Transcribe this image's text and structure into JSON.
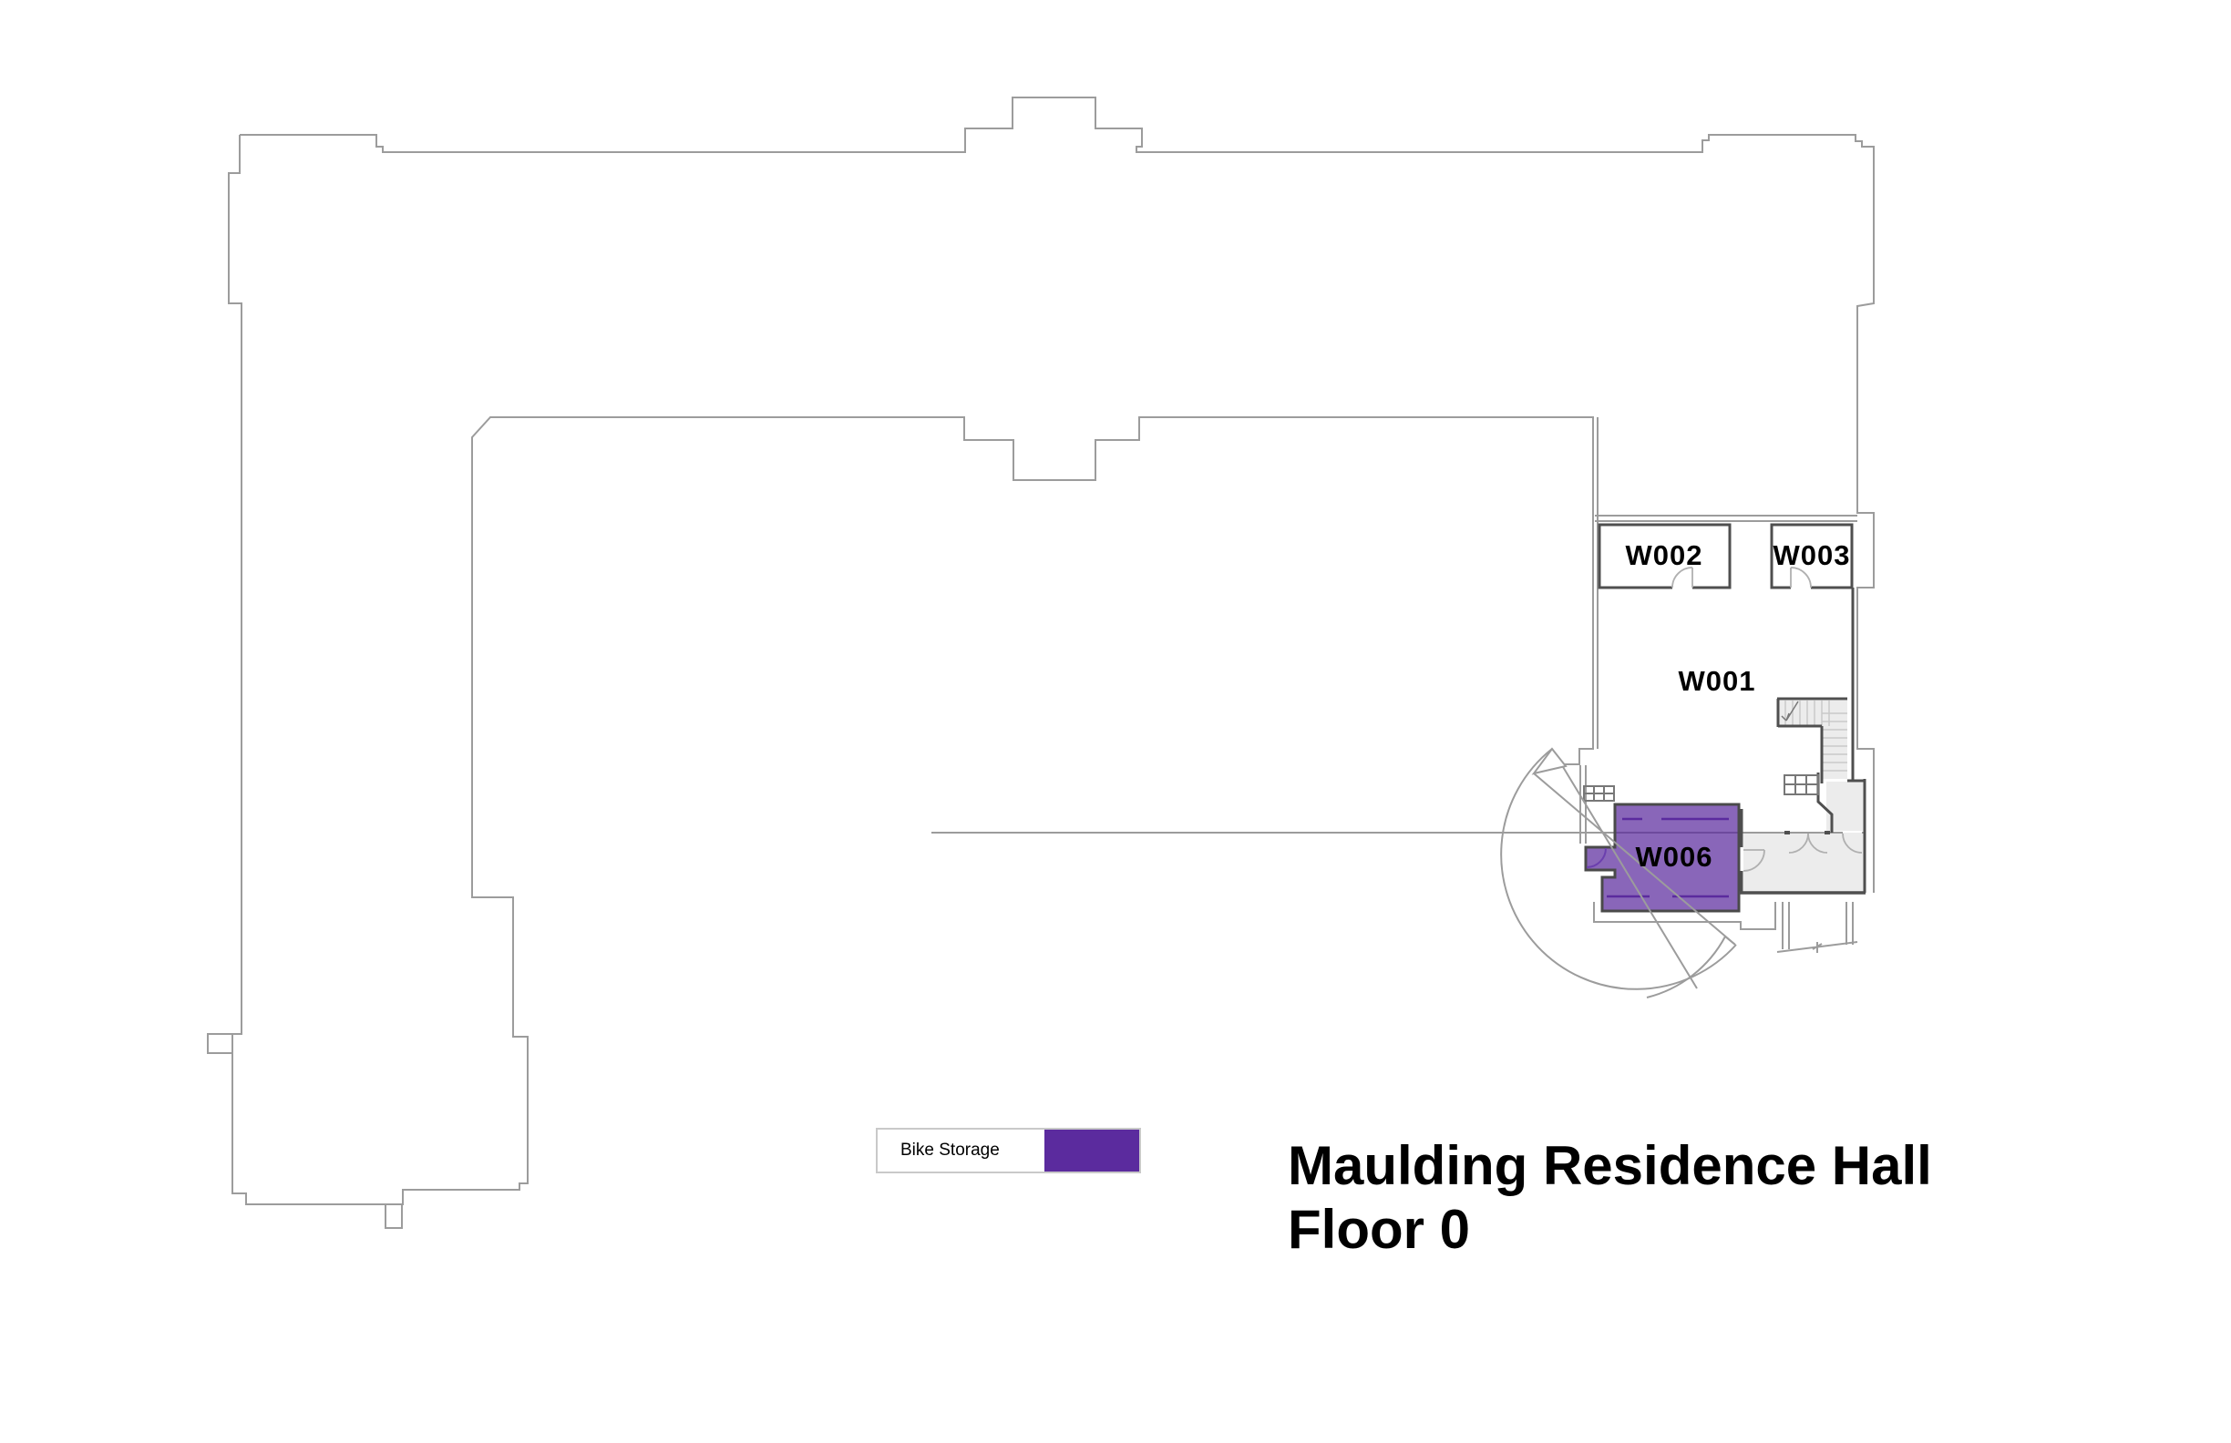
{
  "page": {
    "title_line1": "Maulding Residence Hall",
    "title_line2": "Floor 0"
  },
  "legend": {
    "items": [
      {
        "label": "Bike Storage",
        "color": "#5b2b9e"
      }
    ]
  },
  "rooms": {
    "w001": {
      "label": "W001"
    },
    "w002": {
      "label": "W002"
    },
    "w003": {
      "label": "W003"
    },
    "w006": {
      "label": "W006",
      "highlighted": true
    }
  },
  "colors": {
    "highlight_fill": "#5b2b9e",
    "wall_dark": "#4f4f4f",
    "outline_gray": "#9c9c9c",
    "room_fill_gray": "#ececec"
  }
}
